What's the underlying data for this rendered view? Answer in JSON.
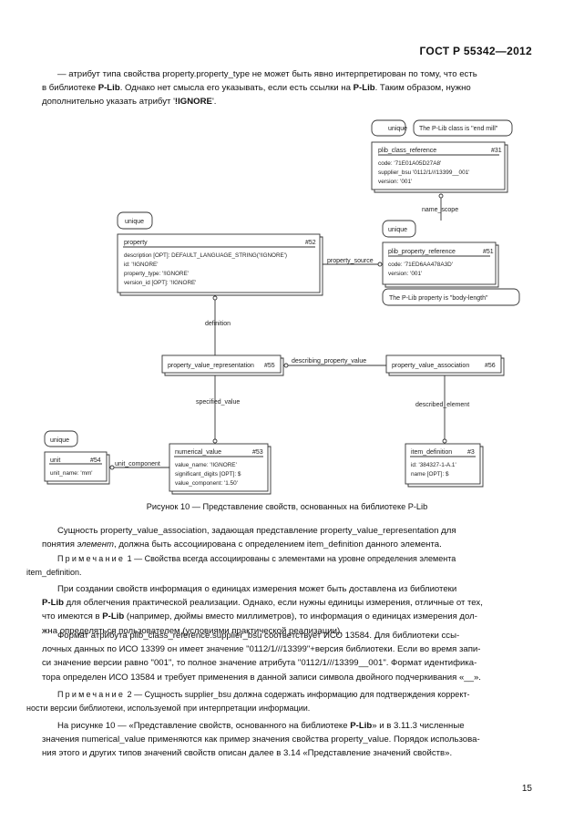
{
  "header": {
    "standard": "ГОСТ Р 55342—2012"
  },
  "intro": {
    "line1": "— атрибут типа свойства property.property_type не может быть явно интерпретирован по тому, что есть",
    "line2_a": "в библиотеке ",
    "plib1": "P-Lib",
    "line2_b": ". Однако нет смысла его указывать, если есть ссылки на ",
    "plib2": "P-Lib",
    "line2_c": ". Таким образом, нужно",
    "line3_a": "дополнительно указать атрибут '",
    "ignore": "!IGNORE",
    "line3_b": "'."
  },
  "diagram": {
    "unique": "unique",
    "note_endmill": "The P-Lib class is \"end mill\"",
    "note_bodylength": "The P-Lib property is \"body-length\"",
    "plib_class_reference": {
      "name": "plib_class_reference",
      "num": "#31",
      "a1": "code: '71E01A05D27A8'",
      "a2": "supplier_bsu '0112/1///13399__001'",
      "a3": "version: '001'"
    },
    "property": {
      "name": "property",
      "num": "#52",
      "a1": "description [OPT]: DEFAULT_LANGUAGE_STRING('!IGNORE')",
      "a2": "id: '!IGNORE'",
      "a3": "property_type: '!IGNORE'",
      "a4": "version_id [OPT]: '!IGNORE'"
    },
    "plib_property_reference": {
      "name": "plib_property_reference",
      "num": "#51",
      "a1": "code: '71ED6AA478A3D'",
      "a2": "version: '001'"
    },
    "property_value_representation": {
      "name": "property_value_representation",
      "num": "#55"
    },
    "property_value_association": {
      "name": "property_value_association",
      "num": "#56"
    },
    "unit": {
      "name": "unit",
      "num": "#54",
      "a1": "unit_name: 'mm'"
    },
    "numerical_value": {
      "name": "numerical_value",
      "num": "#53",
      "a1": "value_name: '!IGNORE'",
      "a2": "significant_digits [OPT]: $",
      "a3": "value_component: '1.50'"
    },
    "item_definition": {
      "name": "item_definition",
      "num": "#3",
      "a1": "id: '384327-1-A.1'",
      "a2": "name [OPT]: $"
    },
    "rel_name_scope": "name_scope",
    "rel_property_source": "property_source",
    "rel_definition": "definition",
    "rel_describing_property_value": "describing_property_value",
    "rel_specified_value": "specified_value",
    "rel_described_element": "described_element",
    "rel_unit_component": "unit_component"
  },
  "caption": "Рисунок 10 — Представление свойств, основанных на библиотеке P-Lib",
  "p1": {
    "l1": "Сущность property_value_association, задающая представление property_value_representation для",
    "l2_a": "понятия ",
    "l2_em": "элемент",
    "l2_b": ", должна быть ассоциирована с определением item_definition данного элемента."
  },
  "note1": {
    "label": "Примечание",
    "l1": " 1 — Свойства всегда ассоциированы с элементами на уровне определения элемента",
    "l2": "item_definition."
  },
  "p2": {
    "l1": "При создании свойств информация о единицах измерения может быть доставлена из библиотеки",
    "plib": "P-Lib",
    "l2": " для облегчения практической реализации. Однако, если нужны единицы измерения, отличные от тех,",
    "l3_a": "что имеются в ",
    "plib2": "P-Lib",
    "l3_b": " (например, дюймы вместо миллиметров), то информация о единицах измерения дол-",
    "l4": "жна определяться пользователем (условиями практической реализации)."
  },
  "p3": {
    "l1": "Формат атрибута plib_class_reference.supplier_bsu соответствует ИСО 13584. Для библиотеки ссы-",
    "l2": "лочных данных по ИСО 13399 он имеет значение \"0112/1///13399\"+версия библиотеки. Если во время запи-",
    "l3": "си значение версии равно \"001\", то полное значение атрибута \"0112/1///13399__001\". Формат идентифика-",
    "l4": "тора определен ИСО 13584 и требует применения в данной записи символа двойного подчеркивания «__»."
  },
  "note2": {
    "label": "Примечание",
    "l1": " 2 — Сущность supplier_bsu должна содержать информацию для подтверждения коррект-",
    "l2": "ности версии библиотеки, используемой при интерпретации информации."
  },
  "p4": {
    "l1_a": "На рисунке 10 — «Представление свойств, основанного на библиотеке ",
    "plib": "P-Lib",
    "l1_b": "» и в 3.11.3 численные",
    "l2": "значения numerical_value применяются как пример значения свойства property_value. Порядок использова-",
    "l3": "ния этого и других типов значений свойств описан далее в 3.14 «Представление значений свойств»."
  },
  "page_number": "15"
}
